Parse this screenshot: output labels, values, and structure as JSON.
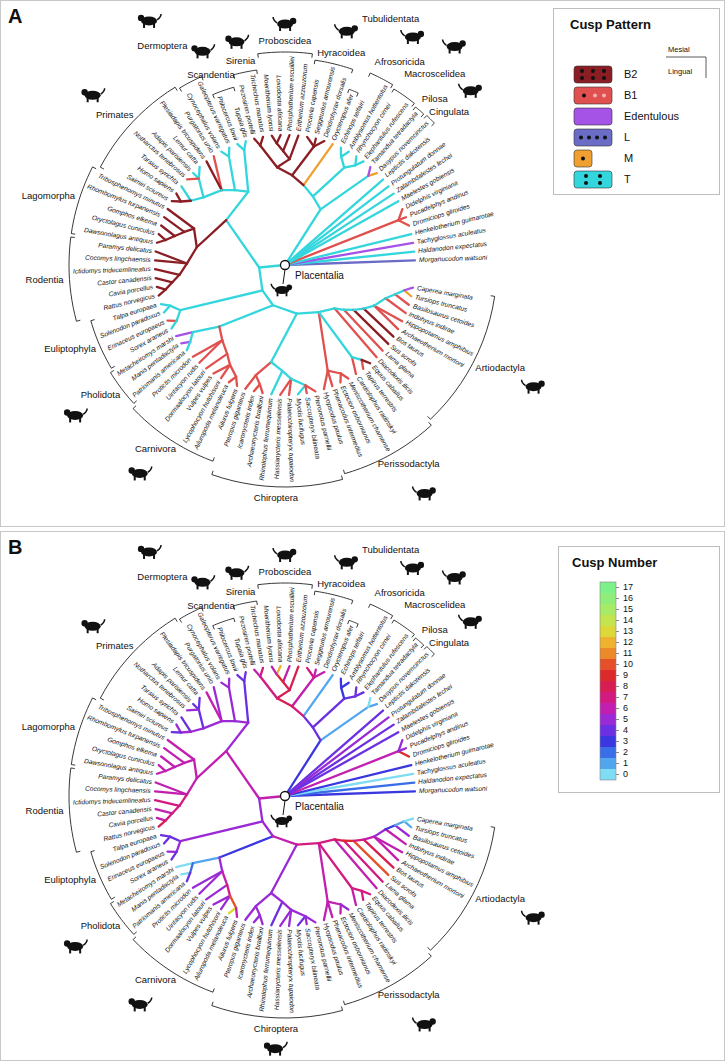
{
  "diagram": {
    "labels": [
      "A",
      "Cusp Pattern",
      "Mesial",
      "Lingual",
      "Morganucodon watsoni",
      "Haldanodon expectatus",
      "Tachyglossus aculeatus",
      "Henkelotherium guimarotae",
      "Dromiciops gliroides",
      "Pucadelphys andinus",
      "Didelphis virginiana",
      "Maelestes gobiensis",
      "Zalambdalestes lechei",
      "Protungulatum donnae",
      "Leptictis dakotensis",
      "Dasypus novemcinctus",
      "Tamandua tetradactyla",
      "Elephantulus rufescens",
      "Rhynchocyon cirnei",
      "Amblysomus hottentotus",
      "Echinops telfairi",
      "Orycteropus afer",
      "Dendrohyrax dorsalis",
      "Seggeurius amourensis",
      "Procavia capensis",
      "Eritherium azzouzorum",
      "Phosphatherium escuilliei",
      "Loxodonta africana",
      "Moeritherium lyonsi",
      "Trichechus manatus",
      "Pezosiren portelli",
      "Tupaia glis",
      "Ptilocercus lowii",
      "Galeopterus variegatus",
      "Cynocephalus volans",
      "Purgatorius unio",
      "Plesiadapis tricuspidens",
      "Lemur catta",
      "Adapis parisiensis",
      "Notharctus tenebrosus",
      "Tarsius syrichta",
      "Homo sapiens",
      "Saimiri sciureus",
      "Tribosphenomys minutus",
      "Rhombomylus turpanensis",
      "Gomphos elkema",
      "Oryctolagus cuniculus",
      "Dawsonolagus antiquus",
      "Paramys delicatus",
      "Cocomys lingchaensis",
      "Ictidomys tridecemlineatus",
      "Castor canadensis",
      "Cavia porcellus",
      "Rattus norvegicus",
      "Talpa europaea",
      "Solenodon paradoxus",
      "Erinaceus europaeus",
      "Sorex araneus",
      "Metacheiromys marshi",
      "Manis pentadactyla",
      "Patriomanis americana",
      "Protictis microdon",
      "Uintacyon rudis",
      "Dormaalocyon latouri",
      "Vulpes vulpes",
      "Lycophocyon hutchisoni",
      "Ailuropoda melanoleuca",
      "Ailurus fulgens",
      "Pteropus giganteus",
      "Icaronycteris index",
      "Archaeonycteris brailloni",
      "Rhinolophus ferrumequinum",
      "Hassianycteris messelensis",
      "Palaeochiropteryx tupaiodon",
      "Myotis lucifugus",
      "Saccopteryx bilineata",
      "Pteronotus parnellii",
      "Hyopsodus paulus",
      "Phenacodus intermedius",
      "Ectocion osbornianus",
      "Meniscotherium chamense",
      "Cardiolophus radinskyi",
      "Tapirus terrestris",
      "Equus caballus",
      "Diacodexis ilicis",
      "Lama glama",
      "Sus scrofa",
      "Bos taurus",
      "Archaeotherium mortoni",
      "Hippopotamus amphibius",
      "Indohyus indirae",
      "Basilosaurus cetoides",
      "Tursiops truncatus",
      "Caperea marginata",
      "Cingulata",
      "Pilosa",
      "Macroscelidea",
      "Afrosoricida",
      "Tubulidentata",
      "Hyracoidea",
      "Proboscidea",
      "Sirenia",
      "Scandentia",
      "Dermoptera",
      "Primates",
      "Lagomorpha",
      "Rodentia",
      "Euliptophyla",
      "Pholidota",
      "Carnivora",
      "Chiroptera",
      "Perissodactyla",
      "Artiodactyla",
      "Placentalia",
      "B",
      "Cusp Number",
      "Morganucodon watsoni",
      "Haldanodon expectatus",
      "Tachyglossus aculeatus",
      "Henkelotherium guimarotae",
      "Dromiciops gliroides",
      "Pucadelphys andinus",
      "Didelphis virginiana",
      "Maelestes gobiensis",
      "Zalambdalestes lechei",
      "Protungulatum donnae",
      "Leptictis dakotensis",
      "Dasypus novemcinctus",
      "Tamandua tetradactyla",
      "Elephantulus rufescens",
      "Rhynchocyon cirnei",
      "Amblysomus hottentotus",
      "Echinops telfairi",
      "Orycteropus afer",
      "Dendrohyrax dorsalis",
      "Seggeurius amourensis",
      "Procavia capensis",
      "Eritherium azzouzorum",
      "Phosphatherium escuilliei",
      "Loxodonta africana",
      "Moeritherium lyonsi",
      "Trichechus manatus",
      "Pezosiren portelli",
      "Tupaia glis",
      "Ptilocercus lowii",
      "Galeopterus variegatus",
      "Cynocephalus volans",
      "Purgatorius unio",
      "Plesiadapis tricuspidens",
      "Lemur catta",
      "Adapis parisiensis",
      "Notharctus tenebrosus",
      "Tarsius syrichta",
      "Homo sapiens",
      "Saimiri sciureus",
      "Tribosphenomys minutus",
      "Rhombomylus turpanensis",
      "Gomphos elkema",
      "Oryctolagus cuniculus",
      "Dawsonolagus antiquus",
      "Paramys delicatus",
      "Cocomys lingchaensis",
      "Ictidomys tridecemlineatus",
      "Castor canadensis",
      "Cavia porcellus",
      "Rattus norvegicus",
      "Talpa europaea",
      "Solenodon paradoxus",
      "Erinaceus europaeus",
      "Sorex araneus",
      "Metacheiromys marshi",
      "Manis pentadactyla",
      "Patriomanis americana",
      "Protictis microdon",
      "Uintacyon rudis",
      "Dormaalocyon latouri",
      "Vulpes vulpes",
      "Lycophocyon hutchisoni",
      "Ailuropoda melanoleuca",
      "Ailurus fulgens",
      "Pteropus giganteus",
      "Icaronycteris index",
      "Archaeonycteris brailloni",
      "Rhinolophus ferrumequinum",
      "Hassianycteris messelensis",
      "Palaeochiropteryx tupaiodon",
      "Myotis lucifugus",
      "Saccopteryx bilineata",
      "Pteronotus parnellii",
      "Hyopsodus paulus",
      "Phenacodus intermedius",
      "Ectocion osbornianus",
      "Meniscotherium chamense",
      "Cardiolophus radinskyi",
      "Tapirus terrestris",
      "Equus caballus",
      "Diacodexis ilicis",
      "Lama glama",
      "Sus scrofa",
      "Bos taurus",
      "Archaeotherium mortoni",
      "Hippopotamus amphibius",
      "Indohyus indirae",
      "Basilosaurus cetoides",
      "Tursiops truncatus",
      "Caperea marginata",
      "Cingulata",
      "Pilosa",
      "Macroscelidea",
      "Afrosoricida",
      "Tubulidentata",
      "Hyracoidea",
      "Proboscidea",
      "Sirenia",
      "Scandentia",
      "Dermoptera",
      "Primates",
      "Lagomorpha",
      "Rodentia",
      "Euliptophyla",
      "Pholidota",
      "Carnivora",
      "Chiroptera",
      "Perissodactyla",
      "Artiodactyla",
      "Placentalia"
    ],
    "legend": [
      {
        "text": "B2",
        "color": "#8b1e24"
      },
      {
        "text": "B1",
        "color": "#e0504e"
      },
      {
        "text": "Edentulous",
        "color": "#a552e6"
      },
      {
        "text": "L",
        "color": "#6a6cc6"
      },
      {
        "text": "M",
        "color": "#f0a030"
      },
      {
        "text": "T",
        "color": "#33d6dc"
      },
      {
        "text": "17",
        "color": "#7ef08a"
      },
      {
        "text": "16",
        "color": "#8fee7a"
      },
      {
        "text": "15",
        "color": "#a6ea66"
      },
      {
        "text": "14",
        "color": "#c3e44e"
      },
      {
        "text": "13",
        "color": "#dcd83a"
      },
      {
        "text": "12",
        "color": "#eeb22e"
      },
      {
        "text": "11",
        "color": "#ec8a2a"
      },
      {
        "text": "10",
        "color": "#e5502a"
      },
      {
        "text": "9",
        "color": "#dc2a2a"
      },
      {
        "text": "8",
        "color": "#d61e52"
      },
      {
        "text": "7",
        "color": "#d21a80"
      },
      {
        "text": "6",
        "color": "#c21eb0"
      },
      {
        "text": "5",
        "color": "#9a2ad6"
      },
      {
        "text": "4",
        "color": "#6a30e2"
      },
      {
        "text": "3",
        "color": "#3a36e0"
      },
      {
        "text": "2",
        "color": "#3a6ee8"
      },
      {
        "text": "1",
        "color": "#52a6ee"
      },
      {
        "text": "0",
        "color": "#80dcf2"
      }
    ]
  }
}
